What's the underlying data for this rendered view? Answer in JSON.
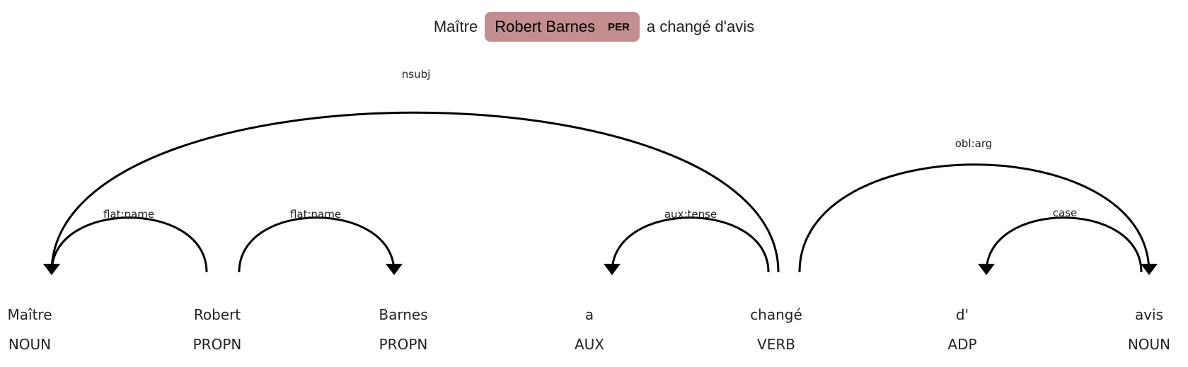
{
  "entity_line": {
    "before": "Maître",
    "entity_text": "Robert Barnes",
    "entity_label": "PER",
    "after": "a changé d'avis",
    "entity_color": "#c38e90"
  },
  "tokens": [
    {
      "text": "Maître",
      "tag": "NOUN"
    },
    {
      "text": "Robert",
      "tag": "PROPN"
    },
    {
      "text": "Barnes",
      "tag": "PROPN"
    },
    {
      "text": "a",
      "tag": "AUX"
    },
    {
      "text": "changé",
      "tag": "VERB"
    },
    {
      "text": "d'",
      "tag": "ADP"
    },
    {
      "text": "avis",
      "tag": "NOUN"
    }
  ],
  "arcs": [
    {
      "label": "flat:name",
      "from": 0,
      "to": 1,
      "dir": "left"
    },
    {
      "label": "flat:name",
      "from": 1,
      "to": 2,
      "dir": "right"
    },
    {
      "label": "aux:tense",
      "from": 3,
      "to": 4,
      "dir": "left"
    },
    {
      "label": "nsubj",
      "from": 0,
      "to": 4,
      "dir": "left"
    },
    {
      "label": "case",
      "from": 5,
      "to": 6,
      "dir": "left"
    },
    {
      "label": "obl:arg",
      "from": 4,
      "to": 6,
      "dir": "right"
    }
  ]
}
